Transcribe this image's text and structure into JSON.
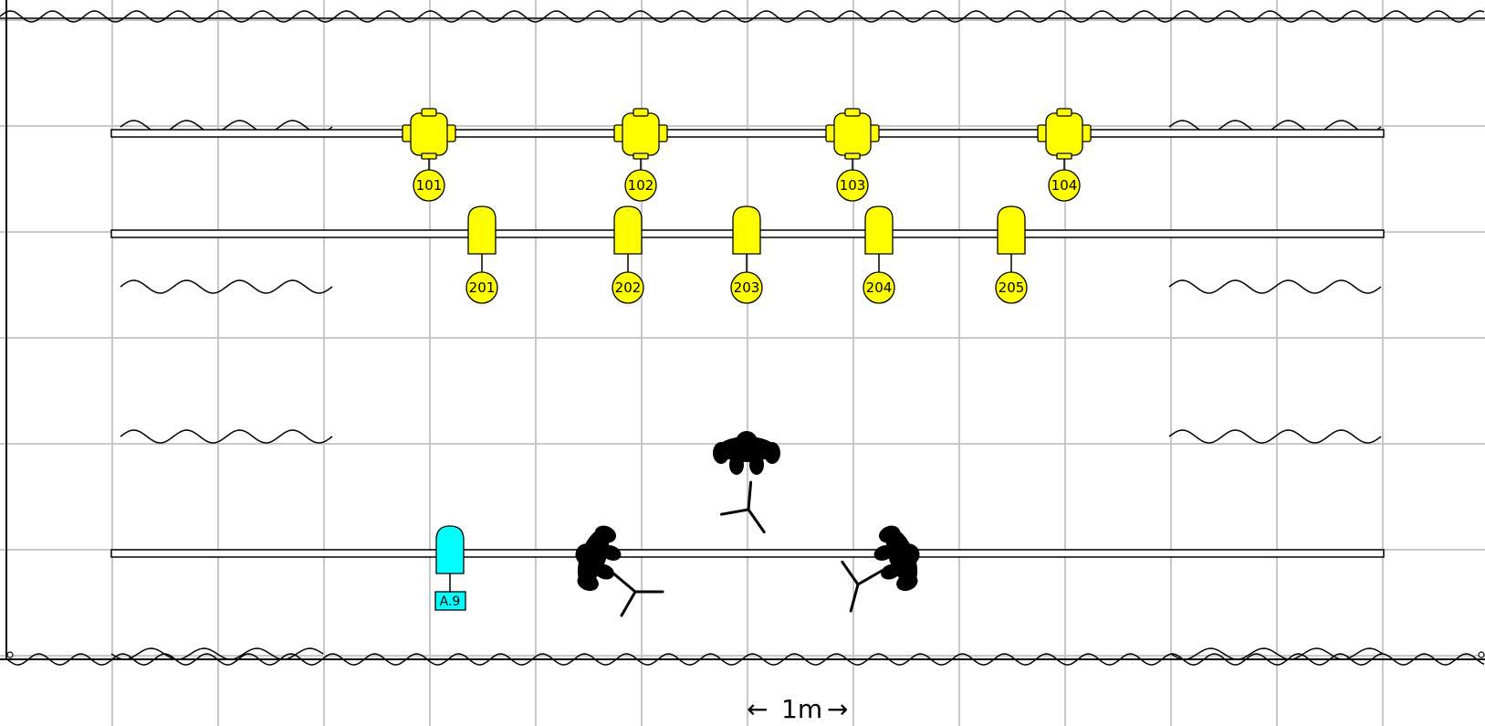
{
  "diagram": {
    "colors": {
      "grid": "#c8c8c8",
      "line": "#000000",
      "yellow_unit": "#ffff00",
      "cyan_unit": "#00ffff",
      "person": "#000000",
      "background": "#ffffff"
    },
    "scale": {
      "label": "1m",
      "left_arrow": "←",
      "right_arrow": "→"
    },
    "row1_units": [
      "101",
      "102",
      "103",
      "104"
    ],
    "row2_units": [
      "201",
      "202",
      "203",
      "204",
      "205"
    ],
    "floor_unit": "A.9",
    "people": [
      "person-silhouette",
      "person-silhouette",
      "person-silhouette"
    ],
    "symbols": [
      "tripod-stand-icon",
      "tripod-stand-icon",
      "tripod-stand-icon"
    ]
  }
}
